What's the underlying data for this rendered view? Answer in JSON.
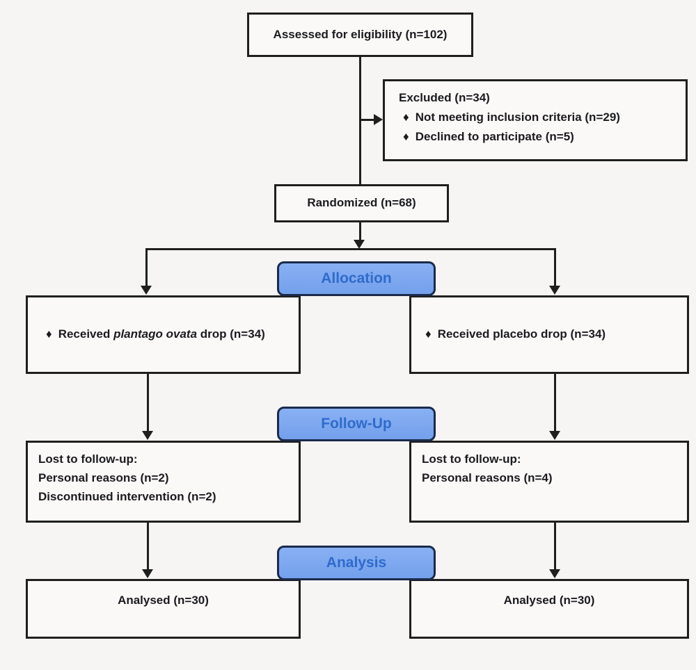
{
  "colors": {
    "page_background": "#f6f5f3",
    "box_fill": "#faf9f7",
    "box_border": "#1f1f1f",
    "stage_fill": "#7da7f0",
    "stage_border": "#1b2a4a",
    "stage_text": "#2f6bcb",
    "text": "#1b1b20"
  },
  "flow": {
    "eligibility": "Assessed for eligibility (n=102)",
    "excluded": {
      "title": "Excluded (n=34)",
      "bullet": "♦",
      "items": [
        "Not meeting inclusion criteria (n=29)",
        "Declined to participate (n=5)"
      ]
    },
    "randomized": "Randomized (n=68)",
    "stages": {
      "allocation": "Allocation",
      "followup": "Follow-Up",
      "analysis": "Analysis"
    },
    "allocation_left": {
      "bullet": "♦",
      "pre": "Received ",
      "italic": "plantago ovata",
      "post": " drop (n=34)"
    },
    "allocation_right": {
      "bullet": "♦",
      "text": "Received placebo drop (n=34)"
    },
    "followup_left": {
      "lines": [
        "Lost to follow-up:",
        "Personal reasons (n=2)",
        "Discontinued intervention (n=2)"
      ]
    },
    "followup_right": {
      "lines": [
        "Lost to follow-up:",
        "Personal reasons (n=4)"
      ]
    },
    "analysis_left": "Analysed (n=30)",
    "analysis_right": "Analysed (n=30)"
  }
}
